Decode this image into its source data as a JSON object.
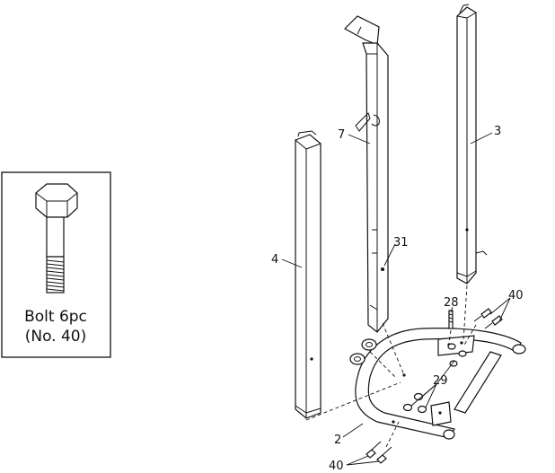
{
  "bolt_box": {
    "caption_line1": "Bolt 6pc",
    "caption_line2": "(No. 40)"
  },
  "callouts": {
    "part_3": "3",
    "part_7": "7",
    "part_4": "4",
    "part_31": "31",
    "part_28": "28",
    "part_40_top": "40",
    "part_29": "29",
    "part_2": "2",
    "part_40_bottom": "40"
  },
  "icons": {
    "bolt": "hex-bolt-icon"
  }
}
